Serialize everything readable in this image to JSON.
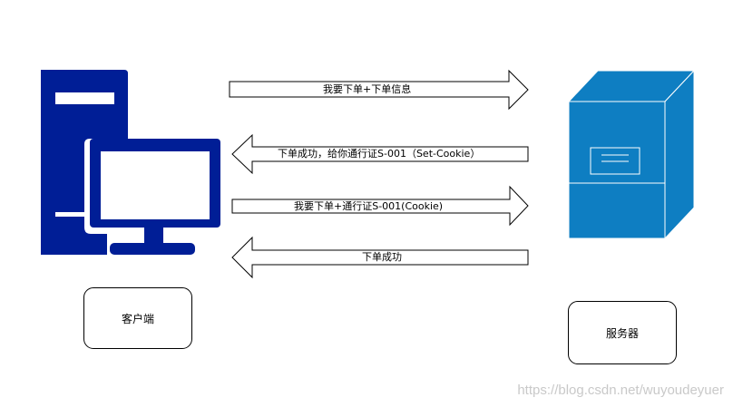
{
  "arrows": [
    {
      "label": "我要下单+下单信息",
      "direction": "right"
    },
    {
      "label": "下单成功，给你通行证S-001（Set-Cookie）",
      "direction": "left"
    },
    {
      "label": "我要下单+通行证S-001(Cookie)",
      "direction": "right"
    },
    {
      "label": "下单成功",
      "direction": "left"
    }
  ],
  "nodes": {
    "client": {
      "label": "客户端",
      "icon": "desktop-computer-icon",
      "color": "#001e96"
    },
    "server": {
      "label": "服务器",
      "icon": "server-box-icon",
      "color": "#0e7ec2"
    }
  },
  "watermark": "https://blog.csdn.net/wuyoudeyuer"
}
